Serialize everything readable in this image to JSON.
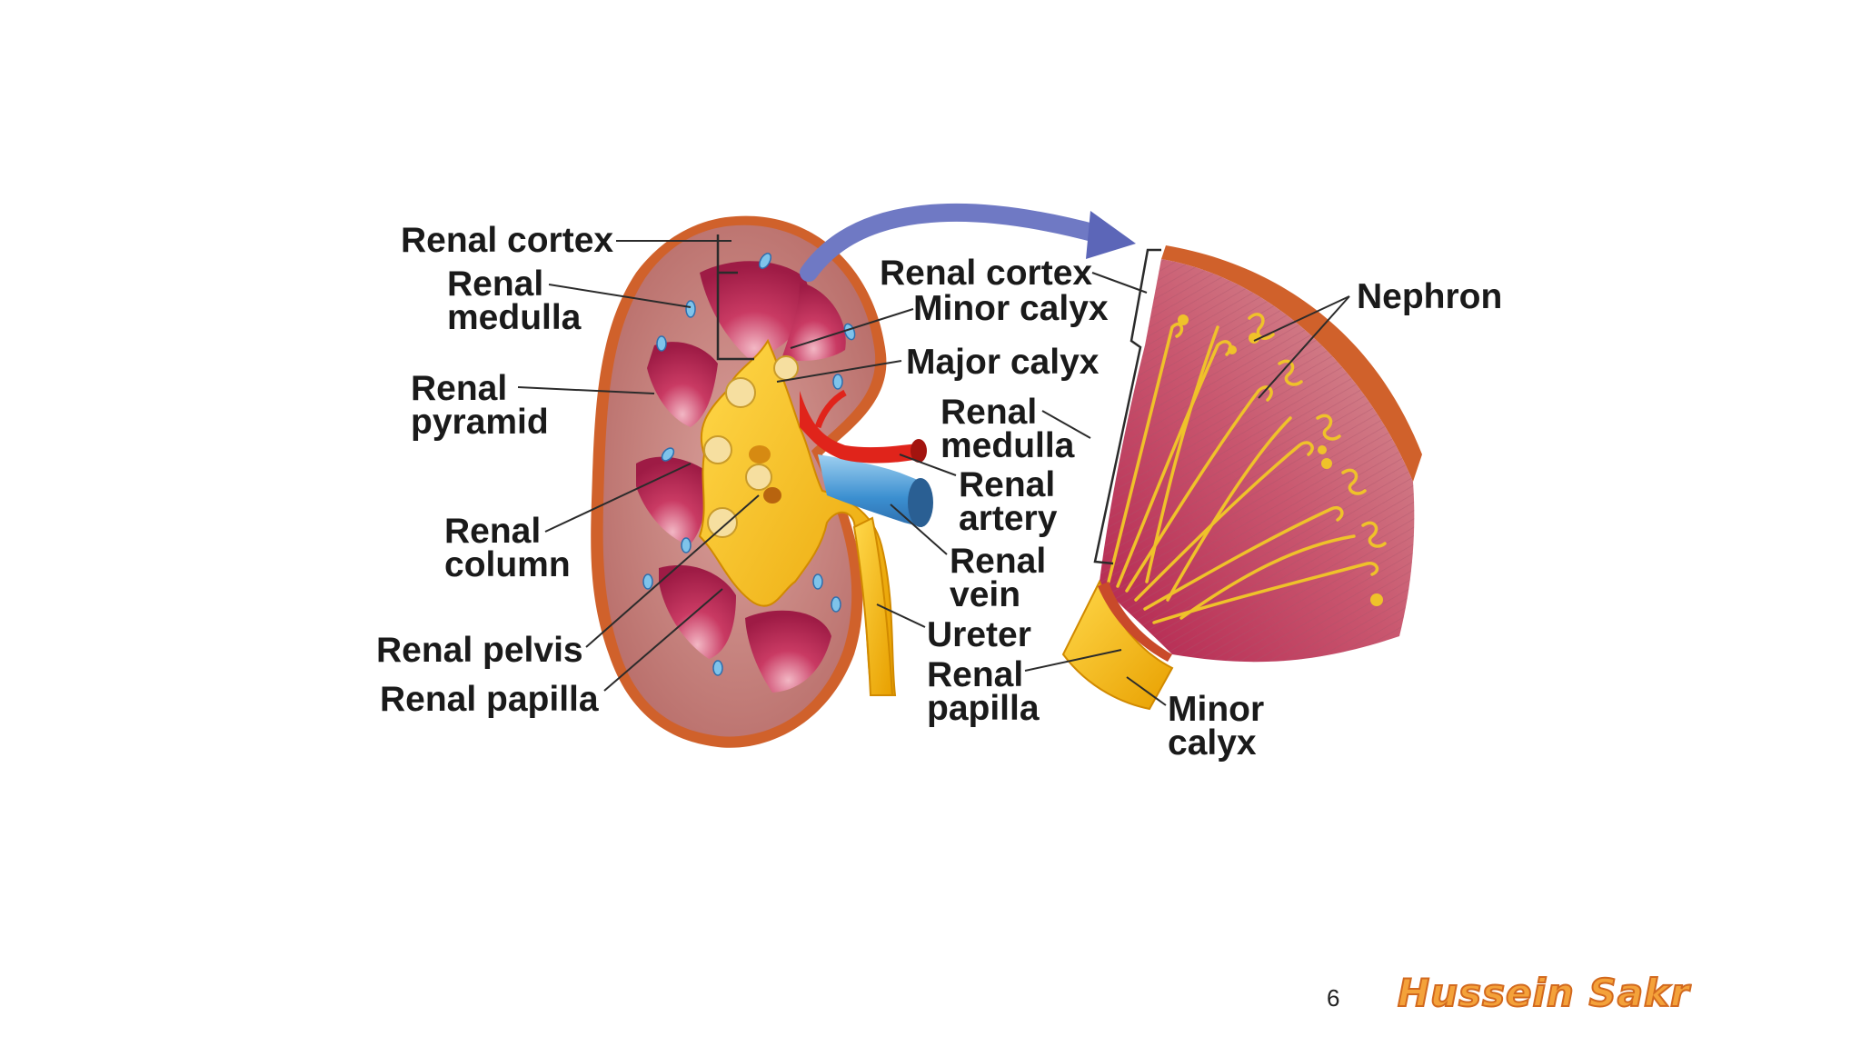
{
  "slide": {
    "page_number": "6",
    "author": "Hussein Sakr"
  },
  "colors": {
    "cortex": "#c98a86",
    "medulla_pyramid": "#b5284f",
    "capsule": "#d0612b",
    "pelvis": "#f2b705",
    "artery": "#e0241b",
    "vein": "#4d9fd6",
    "arrow": "#6f79c4",
    "nephron": "#efc22a",
    "author_fill": "#f4a23a",
    "author_stroke": "#d2691e"
  },
  "kidney_labels": {
    "renal_cortex": "Renal cortex",
    "renal_medulla": [
      "Renal",
      "medulla"
    ],
    "renal_pyramid": [
      "Renal",
      "pyramid"
    ],
    "renal_column": [
      "Renal",
      "column"
    ],
    "renal_pelvis": "Renal pelvis",
    "renal_papilla": "Renal papilla"
  },
  "center_labels": {
    "renal_cortex": "Renal cortex",
    "minor_calyx": "Minor calyx",
    "major_calyx": "Major calyx",
    "renal_medulla": [
      "Renal",
      "medulla"
    ],
    "renal_artery": [
      "Renal",
      "artery"
    ],
    "renal_vein": [
      "Renal",
      "vein"
    ],
    "ureter": "Ureter",
    "renal_papilla": [
      "Renal",
      "papilla"
    ]
  },
  "detail_labels": {
    "nephron": "Nephron",
    "minor_calyx": [
      "Minor",
      "calyx"
    ]
  },
  "icons": {
    "magnify_arrow": "curved-arrow-icon"
  }
}
